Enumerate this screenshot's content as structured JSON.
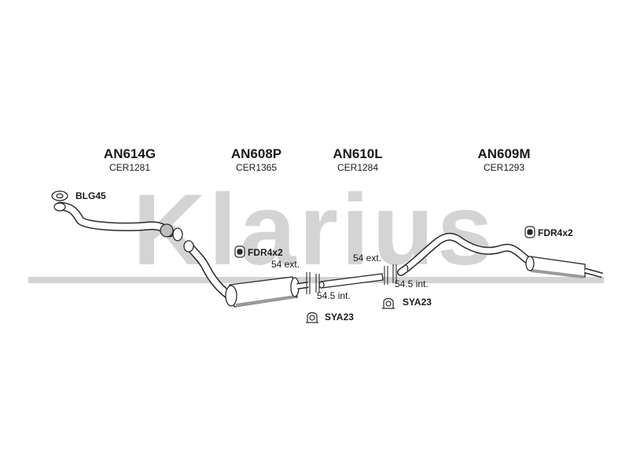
{
  "watermark": {
    "text": "Klarius",
    "color": "#d4d4d4"
  },
  "parts": [
    {
      "code": "AN614G",
      "ref": "CER1281"
    },
    {
      "code": "AN608P",
      "ref": "CER1365"
    },
    {
      "code": "AN610L",
      "ref": "CER1284"
    },
    {
      "code": "AN609M",
      "ref": "CER1293"
    }
  ],
  "fittings": {
    "gasket": "BLG45",
    "bracket_1": "FDR4x2",
    "bracket_2": "FDR4x2",
    "clamp_1": "SYA23",
    "clamp_2": "SYA23"
  },
  "dimensions": {
    "ext_1": "54 ext.",
    "int_1": "54.5 int.",
    "ext_2": "54 ext.",
    "int_2": "54.5 int."
  },
  "colors": {
    "line": "#2a2a2a",
    "pipe_fill": "#ffffff",
    "shade": "#9a9a9a"
  }
}
